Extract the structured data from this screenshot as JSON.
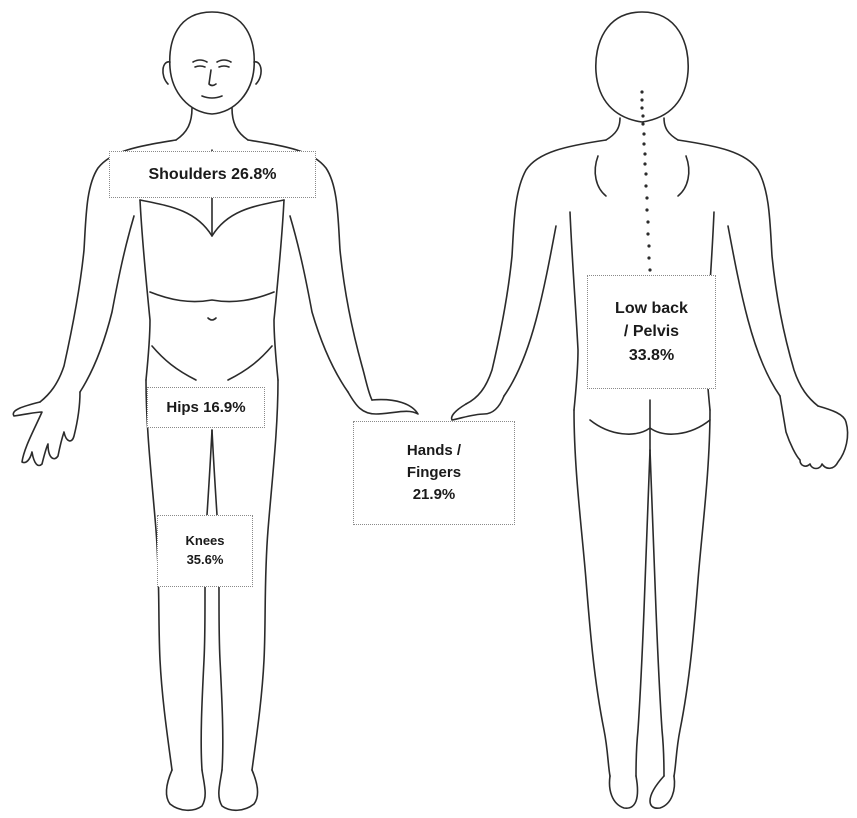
{
  "regions": {
    "shoulders": {
      "line1": "Shoulders 26.8%"
    },
    "hips": {
      "line1": "Hips 16.9%"
    },
    "knees": {
      "line1": "Knees",
      "line2": "35.6%"
    },
    "hands": {
      "line1": "Hands /",
      "line2": "Fingers",
      "line3": "21.9%"
    },
    "low_back": {
      "line1": "Low back",
      "line2": "/ Pelvis",
      "line3": "33.8%"
    }
  },
  "colors": {
    "outline": "#2b2b2b",
    "label_border": "#8a8a8a",
    "text": "#1a1a1a"
  }
}
